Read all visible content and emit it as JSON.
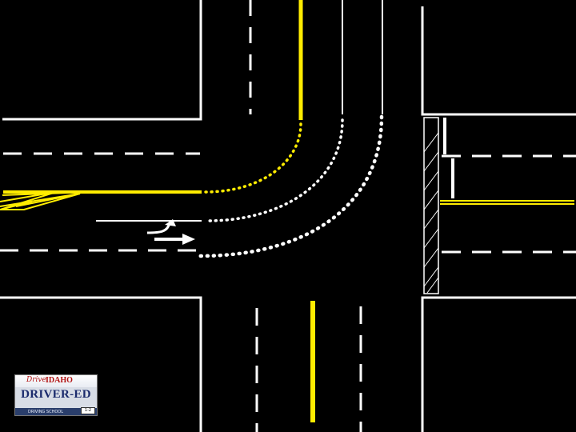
{
  "colors": {
    "background": "#000000",
    "curb": "#ffffff",
    "lane_marking": "#ffffff",
    "center_line": "#ffec00",
    "crosswalk_hatch": "#ffffff"
  },
  "icons": {
    "turn_arrow": "curved-right-turn-arrow",
    "straight_arrow": "straight-right-arrow"
  },
  "logo": {
    "script_text": "Drive",
    "state": "IDAHO",
    "title": "DRIVER-ED",
    "bottom_text": "DRIVING SCHOOL",
    "tag": "1-2"
  }
}
